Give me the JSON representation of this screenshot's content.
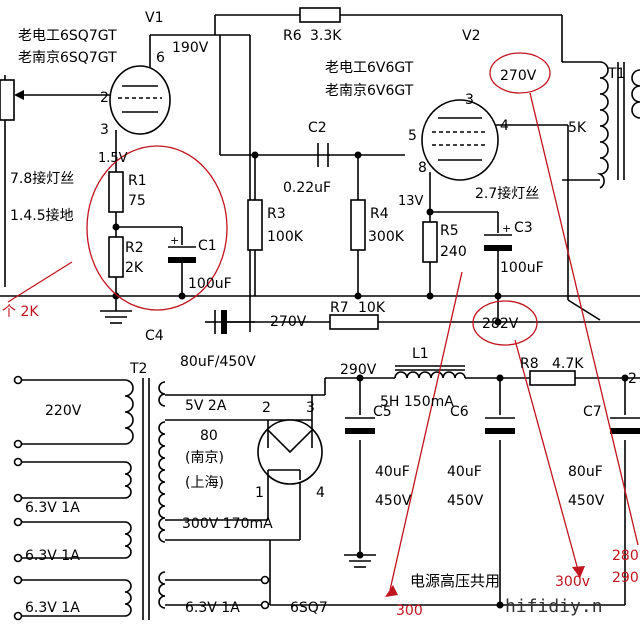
{
  "tubes": {
    "v1": {
      "ref": "V1",
      "model_a": "老电工6SQ7GT",
      "model_b": "老南京6SQ7GT",
      "plate_voltage": "190V",
      "pin_grid": "2",
      "pin_cathode": "3",
      "pin_plate": "6"
    },
    "v2": {
      "ref": "V2",
      "model_a": "老电工6V6GT",
      "model_b": "老南京6V6GT",
      "pin_plate": "3",
      "pin_screen": "4",
      "pin_grid": "5",
      "pin_cathode": "8"
    },
    "rect": {
      "type": "80",
      "maker_a": "(南京)",
      "maker_b": "(上海)",
      "pin_1": "1",
      "pin_2": "2",
      "pin_3": "3",
      "pin_4": "4"
    }
  },
  "resistors": {
    "r1": {
      "ref": "R1",
      "value": "75"
    },
    "r2": {
      "ref": "R2",
      "value": "2K"
    },
    "r3": {
      "ref": "R3",
      "value": "100K"
    },
    "r4": {
      "ref": "R4",
      "value": "300K"
    },
    "r5": {
      "ref": "R5",
      "value": "240"
    },
    "r6": {
      "ref": "R6",
      "value": "3.3K"
    },
    "r7": {
      "ref": "R7",
      "value": "10K"
    },
    "r8": {
      "ref": "R8",
      "value": "4.7K"
    }
  },
  "capacitors": {
    "c1": {
      "ref": "C1",
      "value": "100uF"
    },
    "c2": {
      "ref": "C2",
      "value": "0.22uF"
    },
    "c3": {
      "ref": "C3",
      "value": "100uF"
    },
    "c4": {
      "ref": "C4",
      "value": "80uF/450V"
    },
    "c5": {
      "ref": "C5",
      "value": "40uF",
      "voltage": "450V"
    },
    "c6": {
      "ref": "C6",
      "value": "40uF",
      "voltage": "450V"
    },
    "c7": {
      "ref": "C7",
      "value": "80uF",
      "voltage": "450V"
    }
  },
  "inductor": {
    "ref": "L1",
    "value": "5H 150mA"
  },
  "transformers": {
    "t1": {
      "ref": "T1",
      "impedance": "5K"
    },
    "t2": {
      "ref": "T2",
      "primary": "220V",
      "sec_rect": "5V 2A",
      "sec_hv": "300V 170mA",
      "sec_fil_a": "6.3V 1A",
      "sec_fil_b": "6.3V 1A",
      "sec_fil_c": "6.3V 1A",
      "sec_fil_d": "6.3V 1A",
      "sec_fil_d_note": "6SQ7"
    }
  },
  "voltages": {
    "v1_cathode": "1.5V",
    "v2_cathode": "13V",
    "node_270a": "270V",
    "node_270b": "270V",
    "node_282": "282V",
    "node_290": "290V"
  },
  "notes": {
    "v1_heater": "7.8接灯丝",
    "v1_ground": "1.4.5接地",
    "v2_heater": "2.7接灯丝",
    "pot_2k": "个 2K",
    "hv_shared": "电源高压共用",
    "ann_300a": "300",
    "ann_300b": "300v",
    "ann_280": "280",
    "ann_290": "290",
    "edge_2": "2"
  },
  "watermark": "hifidiy.n"
}
